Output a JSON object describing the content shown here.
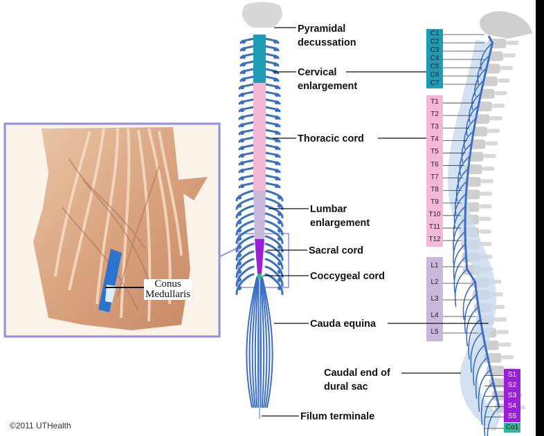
{
  "labels": {
    "pyramidal": [
      "Pyramidal",
      "decussation"
    ],
    "cervical": [
      "Cervical",
      "enlargement"
    ],
    "thoracic": "Thoracic cord",
    "lumbar": [
      "Lumbar",
      "enlargement"
    ],
    "sacral": "Sacral cord",
    "coccygeal": "Coccygeal cord",
    "cauda": "Cauda equina",
    "caudal_end": [
      "Caudal end of",
      "dural sac"
    ],
    "filum": "Filum terminale"
  },
  "inset": {
    "conus": [
      "Conus",
      "Medullaris"
    ]
  },
  "copyright": "©2011 UTHealth",
  "segments": {
    "cervical": [
      "C1",
      "C2",
      "C3",
      "C4",
      "C5",
      "C6",
      "C7"
    ],
    "thoracic": [
      "T1",
      "T2",
      "T3",
      "T4",
      "T5",
      "T6",
      "T7",
      "T8",
      "T9",
      "T10",
      "T11",
      "T12"
    ],
    "lumbar": [
      "L1",
      "L2",
      "L3",
      "L4",
      "L5"
    ],
    "sacral": [
      "S1",
      "S2",
      "S3",
      "S4",
      "S5"
    ],
    "coccygeal": [
      "Co1"
    ]
  },
  "colors": {
    "cervical": "#1e9bb5",
    "thoracic": "#f4b8d6",
    "lumbar": "#c8b8dc",
    "sacral": "#9b1fd6",
    "coccygeal": "#2bb89a",
    "nerve": "#3a6fc4",
    "inset_border": "#8f8fe6"
  }
}
